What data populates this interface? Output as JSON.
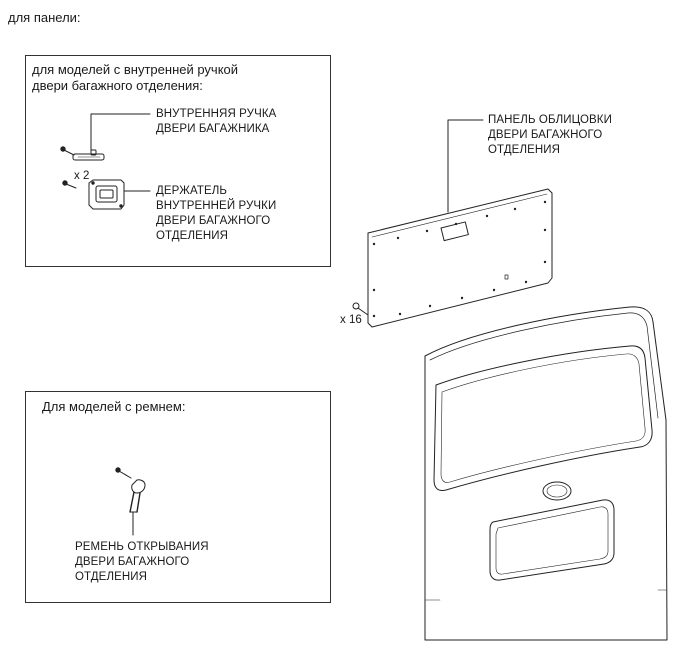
{
  "page_heading": "для панели:",
  "inset_handle": {
    "title": "для моделей с внутренней ручкой\nдвери багажного отделения:",
    "callouts": {
      "inner_handle": "ВНУТРЕННЯЯ РУЧКА\nДВЕРИ БАГАЖНИКА",
      "handle_holder": "ДЕРЖАТЕЛЬ\nВНУТРЕННЕЙ РУЧКИ\nДВЕРИ БАГАЖНОГО\nОТДЕЛЕНИЯ"
    },
    "screw_qty": "x 2"
  },
  "main": {
    "callouts": {
      "trim_panel": "ПАНЕЛЬ ОБЛИЦОВКИ\nДВЕРИ БАГАЖНОГО\nОТДЕЛЕНИЯ"
    },
    "clip_qty": "x 16"
  },
  "inset_strap": {
    "title": "Для моделей с ремнем:",
    "callouts": {
      "pull_strap": "РЕМЕНЬ ОТКРЫВАНИЯ\nДВЕРИ БАГАЖНОГО\nОТДЕЛЕНИЯ"
    }
  }
}
